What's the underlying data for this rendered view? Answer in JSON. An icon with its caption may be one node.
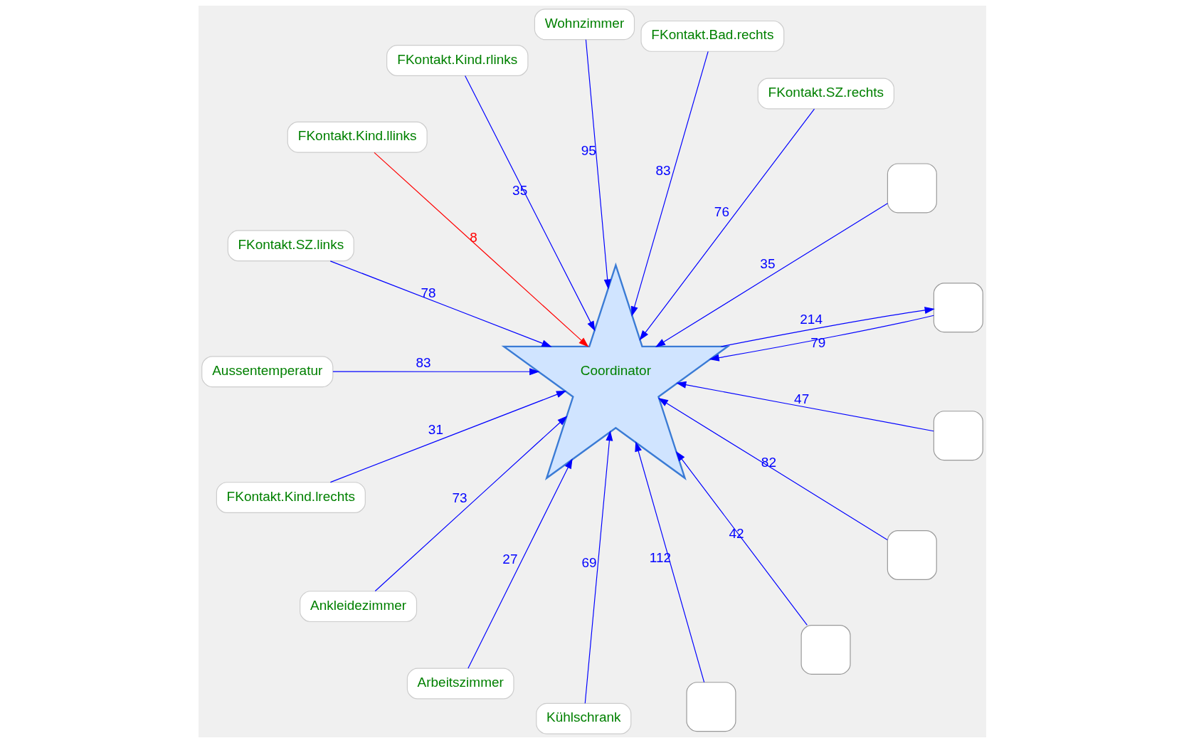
{
  "diagram": {
    "nodes": [
      {
        "text": [
          "Coordinator"
        ]
      },
      {
        "text": [],
        "shape": "box"
      },
      {
        "text": [
          "FKontakt.SZ.rechts"
        ]
      },
      {
        "text": [],
        "shape": "box"
      },
      {
        "text": [
          "FKontakt.Bad.rechts"
        ]
      },
      {
        "text": [
          "Wohnzimmer"
        ]
      },
      {
        "text": [
          "FKontakt.Kind.rlinks"
        ]
      },
      {
        "text": [
          "FKontakt.Kind.llinks"
        ]
      },
      {
        "text": [
          "FKontakt.SZ.links"
        ]
      },
      {
        "text": [
          "Aussentemperatur"
        ]
      },
      {
        "text": [
          "FKontakt.Kind.lrechts"
        ]
      },
      {
        "text": [
          "Ankleidezimmer"
        ]
      },
      {
        "text": [
          "Arbeitszimmer"
        ]
      },
      {
        "text": [
          "Kühlschrank"
        ]
      },
      {
        "text": [],
        "shape": "box"
      },
      {
        "text": [],
        "shape": "box"
      },
      {
        "text": [],
        "shape": "box"
      },
      {
        "text": [],
        "shape": "box"
      }
    ],
    "edges": [
      {
        "from": 1,
        "to": 0,
        "arrow": "to",
        "label": "35"
      },
      {
        "from": 2,
        "to": 0,
        "arrow": "to",
        "label": "76"
      },
      {
        "from": 3,
        "to": 0,
        "arrow": "to",
        "label": "79"
      },
      {
        "from": 0,
        "to": 3,
        "arrow": "to",
        "label": "214"
      },
      {
        "from": 4,
        "to": 0,
        "arrow": "to",
        "label": "83"
      },
      {
        "from": 5,
        "to": 0,
        "arrow": "to",
        "label": "95"
      },
      {
        "from": 6,
        "to": 0,
        "arrow": "to",
        "label": "35"
      },
      {
        "from": 7,
        "to": 0,
        "arrow": "to",
        "label": "8",
        "color": "#ff0000"
      },
      {
        "from": 8,
        "to": 0,
        "arrow": "to",
        "label": "78"
      },
      {
        "from": 9,
        "to": 0,
        "arrow": "to",
        "label": "83"
      },
      {
        "from": 10,
        "to": 0,
        "arrow": "to",
        "label": "31"
      },
      {
        "from": 11,
        "to": 0,
        "arrow": "to",
        "label": "73"
      },
      {
        "from": 12,
        "to": 0,
        "arrow": "to",
        "label": "27"
      },
      {
        "from": 13,
        "to": 0,
        "arrow": "to",
        "label": "69"
      },
      {
        "from": 14,
        "to": 0,
        "arrow": "to",
        "label": "112"
      },
      {
        "from": 15,
        "to": 0,
        "arrow": "to",
        "label": "42"
      },
      {
        "from": 16,
        "to": 0,
        "arrow": "to",
        "label": "82"
      },
      {
        "from": 17,
        "to": 0,
        "arrow": "to",
        "label": "47"
      }
    ]
  }
}
